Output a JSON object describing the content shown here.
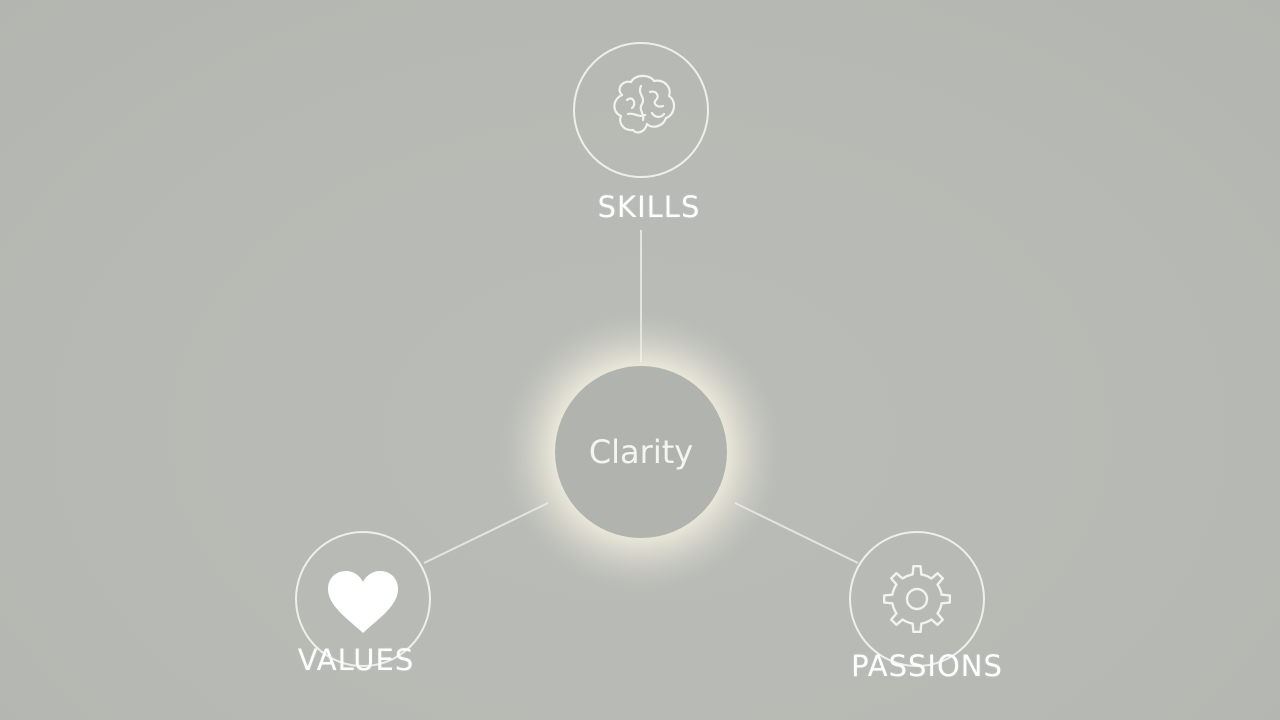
{
  "diagram": {
    "center": {
      "label": "Clarity"
    },
    "nodes": [
      {
        "id": "skills",
        "label": "SKILLS",
        "icon": "brain-icon"
      },
      {
        "id": "values",
        "label": "VALUES",
        "icon": "heart-icon"
      },
      {
        "id": "passions",
        "label": "PASSIONS",
        "icon": "gear-icon"
      }
    ]
  },
  "colors": {
    "background": "#b8bab5",
    "line": "#e4e5e1",
    "center_fill": "#b1b3ae",
    "glow": "#fffaea"
  }
}
